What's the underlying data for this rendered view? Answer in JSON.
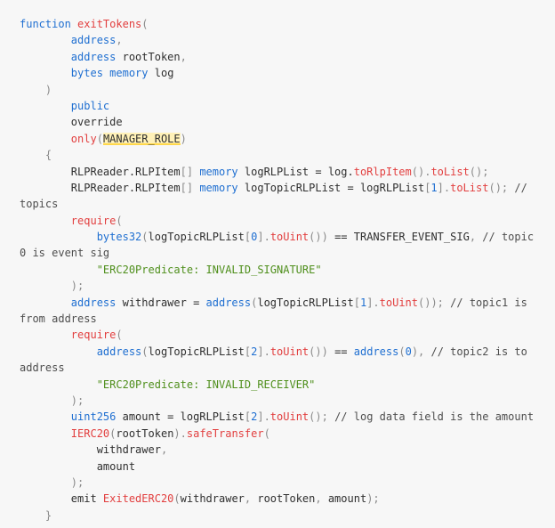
{
  "code": {
    "lines": [
      [
        [
          "kw",
          "function"
        ],
        [
          "id",
          " "
        ],
        [
          "fn",
          "exitTokens"
        ],
        [
          "punc",
          "("
        ]
      ],
      [
        [
          "id",
          "        "
        ],
        [
          "kw",
          "address"
        ],
        [
          "punc",
          ","
        ]
      ],
      [
        [
          "id",
          "        "
        ],
        [
          "kw",
          "address"
        ],
        [
          "id",
          " rootToken"
        ],
        [
          "punc",
          ","
        ]
      ],
      [
        [
          "id",
          "        "
        ],
        [
          "kw",
          "bytes"
        ],
        [
          "id",
          " "
        ],
        [
          "kw",
          "memory"
        ],
        [
          "id",
          " log"
        ]
      ],
      [
        [
          "id",
          "    "
        ],
        [
          "punc",
          ")"
        ]
      ],
      [
        [
          "id",
          "        "
        ],
        [
          "kw",
          "public"
        ]
      ],
      [
        [
          "id",
          "        "
        ],
        [
          "id",
          "override"
        ]
      ],
      [
        [
          "id",
          "        "
        ],
        [
          "fn",
          "only"
        ],
        [
          "punc",
          "("
        ],
        [
          "hl",
          "MANAGER_ROLE"
        ],
        [
          "punc",
          ")"
        ]
      ],
      [
        [
          "id",
          "    "
        ],
        [
          "punc",
          "{"
        ]
      ],
      [
        [
          "id",
          "        RLPReader.RLPItem"
        ],
        [
          "punc",
          "[]"
        ],
        [
          "id",
          " "
        ],
        [
          "kw",
          "memory"
        ],
        [
          "id",
          " logRLPList = log."
        ],
        [
          "fn",
          "toRlpItem"
        ],
        [
          "punc",
          "()."
        ],
        [
          "fn",
          "toList"
        ],
        [
          "punc",
          "();"
        ]
      ],
      [
        [
          "id",
          "        RLPReader.RLPItem"
        ],
        [
          "punc",
          "[]"
        ],
        [
          "id",
          " "
        ],
        [
          "kw",
          "memory"
        ],
        [
          "id",
          " logTopicRLPList = logRLPList"
        ],
        [
          "punc",
          "["
        ],
        [
          "num",
          "1"
        ],
        [
          "punc",
          "]."
        ],
        [
          "fn",
          "toList"
        ],
        [
          "punc",
          "();"
        ],
        [
          "id",
          " "
        ],
        [
          "cm",
          "//"
        ]
      ],
      [
        [
          "cm",
          "topics"
        ]
      ],
      [
        [
          "id",
          "        "
        ],
        [
          "fn",
          "require"
        ],
        [
          "punc",
          "("
        ]
      ],
      [
        [
          "id",
          "            "
        ],
        [
          "kw",
          "bytes32"
        ],
        [
          "punc",
          "("
        ],
        [
          "id",
          "logTopicRLPList"
        ],
        [
          "punc",
          "["
        ],
        [
          "num",
          "0"
        ],
        [
          "punc",
          "]."
        ],
        [
          "fn",
          "toUint"
        ],
        [
          "punc",
          "())"
        ],
        [
          "id",
          " == TRANSFER_EVENT_SIG"
        ],
        [
          "punc",
          ","
        ],
        [
          "id",
          " "
        ],
        [
          "cm",
          "// topic"
        ]
      ],
      [
        [
          "cm",
          "0 is event sig"
        ]
      ],
      [
        [
          "id",
          "            "
        ],
        [
          "str",
          "\"ERC20Predicate: INVALID_SIGNATURE\""
        ]
      ],
      [
        [
          "id",
          "        "
        ],
        [
          "punc",
          ");"
        ]
      ],
      [
        [
          "id",
          "        "
        ],
        [
          "kw",
          "address"
        ],
        [
          "id",
          " withdrawer = "
        ],
        [
          "kw",
          "address"
        ],
        [
          "punc",
          "("
        ],
        [
          "id",
          "logTopicRLPList"
        ],
        [
          "punc",
          "["
        ],
        [
          "num",
          "1"
        ],
        [
          "punc",
          "]."
        ],
        [
          "fn",
          "toUint"
        ],
        [
          "punc",
          "());"
        ],
        [
          "id",
          " "
        ],
        [
          "cm",
          "// topic1 is"
        ]
      ],
      [
        [
          "cm",
          "from address"
        ]
      ],
      [
        [
          "id",
          "        "
        ],
        [
          "fn",
          "require"
        ],
        [
          "punc",
          "("
        ]
      ],
      [
        [
          "id",
          "            "
        ],
        [
          "kw",
          "address"
        ],
        [
          "punc",
          "("
        ],
        [
          "id",
          "logTopicRLPList"
        ],
        [
          "punc",
          "["
        ],
        [
          "num",
          "2"
        ],
        [
          "punc",
          "]."
        ],
        [
          "fn",
          "toUint"
        ],
        [
          "punc",
          "())"
        ],
        [
          "id",
          " == "
        ],
        [
          "kw",
          "address"
        ],
        [
          "punc",
          "("
        ],
        [
          "num",
          "0"
        ],
        [
          "punc",
          "),"
        ],
        [
          "id",
          " "
        ],
        [
          "cm",
          "// topic2 is to"
        ]
      ],
      [
        [
          "cm",
          "address"
        ]
      ],
      [
        [
          "id",
          "            "
        ],
        [
          "str",
          "\"ERC20Predicate: INVALID_RECEIVER\""
        ]
      ],
      [
        [
          "id",
          "        "
        ],
        [
          "punc",
          ");"
        ]
      ],
      [
        [
          "id",
          "        "
        ],
        [
          "kw",
          "uint256"
        ],
        [
          "id",
          " amount = logRLPList"
        ],
        [
          "punc",
          "["
        ],
        [
          "num",
          "2"
        ],
        [
          "punc",
          "]."
        ],
        [
          "fn",
          "toUint"
        ],
        [
          "punc",
          "();"
        ],
        [
          "id",
          " "
        ],
        [
          "cm",
          "// log data field is the amount"
        ]
      ],
      [
        [
          "id",
          "        "
        ],
        [
          "fn",
          "IERC20"
        ],
        [
          "punc",
          "("
        ],
        [
          "id",
          "rootToken"
        ],
        [
          "punc",
          ")."
        ],
        [
          "fn",
          "safeTransfer"
        ],
        [
          "punc",
          "("
        ]
      ],
      [
        [
          "id",
          "            withdrawer"
        ],
        [
          "punc",
          ","
        ]
      ],
      [
        [
          "id",
          "            amount"
        ]
      ],
      [
        [
          "id",
          "        "
        ],
        [
          "punc",
          ");"
        ]
      ],
      [
        [
          "id",
          "        "
        ],
        [
          "id",
          "emit "
        ],
        [
          "fn",
          "ExitedERC20"
        ],
        [
          "punc",
          "("
        ],
        [
          "id",
          "withdrawer"
        ],
        [
          "punc",
          ","
        ],
        [
          "id",
          " rootToken"
        ],
        [
          "punc",
          ","
        ],
        [
          "id",
          " amount"
        ],
        [
          "punc",
          ");"
        ]
      ],
      [
        [
          "id",
          "    "
        ],
        [
          "punc",
          "}"
        ]
      ]
    ]
  }
}
